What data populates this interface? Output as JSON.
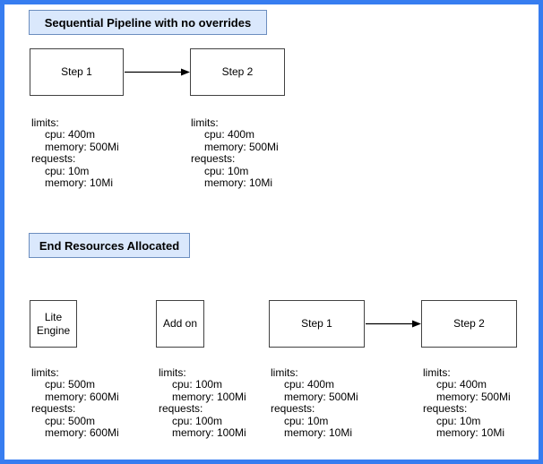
{
  "colors": {
    "frame_border": "#377df0",
    "title_fill": "#dae8fc",
    "title_stroke": "#6c8ebf",
    "node_stroke": "#424242",
    "text": "#000000"
  },
  "pipeline_section": {
    "title": "Sequential Pipeline with no overrides",
    "nodes": [
      "Step 1",
      "Step 2"
    ],
    "resources": [
      {
        "lines": [
          "limits:",
          "cpu: 400m",
          "memory: 500Mi",
          "requests:",
          "cpu: 10m",
          "memory: 10Mi"
        ]
      },
      {
        "lines": [
          "limits:",
          "cpu: 400m",
          "memory: 500Mi",
          "requests:",
          "cpu: 10m",
          "memory: 10Mi"
        ]
      }
    ]
  },
  "end_section": {
    "title": "End Resources Allocated",
    "nodes": [
      "Lite\nEngine",
      "Add on",
      "Step 1",
      "Step 2"
    ],
    "resources": [
      {
        "lines": [
          "limits:",
          "cpu: 500m",
          "memory: 600Mi",
          "requests:",
          "cpu: 500m",
          "memory: 600Mi"
        ]
      },
      {
        "lines": [
          "limits:",
          "cpu: 100m",
          "memory: 100Mi",
          "requests:",
          "cpu: 100m",
          "memory: 100Mi"
        ]
      },
      {
        "lines": [
          "limits:",
          "cpu: 400m",
          "memory: 500Mi",
          "requests:",
          "cpu: 10m",
          "memory: 10Mi"
        ]
      },
      {
        "lines": [
          "limits:",
          "cpu: 400m",
          "memory: 500Mi",
          "requests:",
          "cpu: 10m",
          "memory: 10Mi"
        ]
      }
    ]
  }
}
